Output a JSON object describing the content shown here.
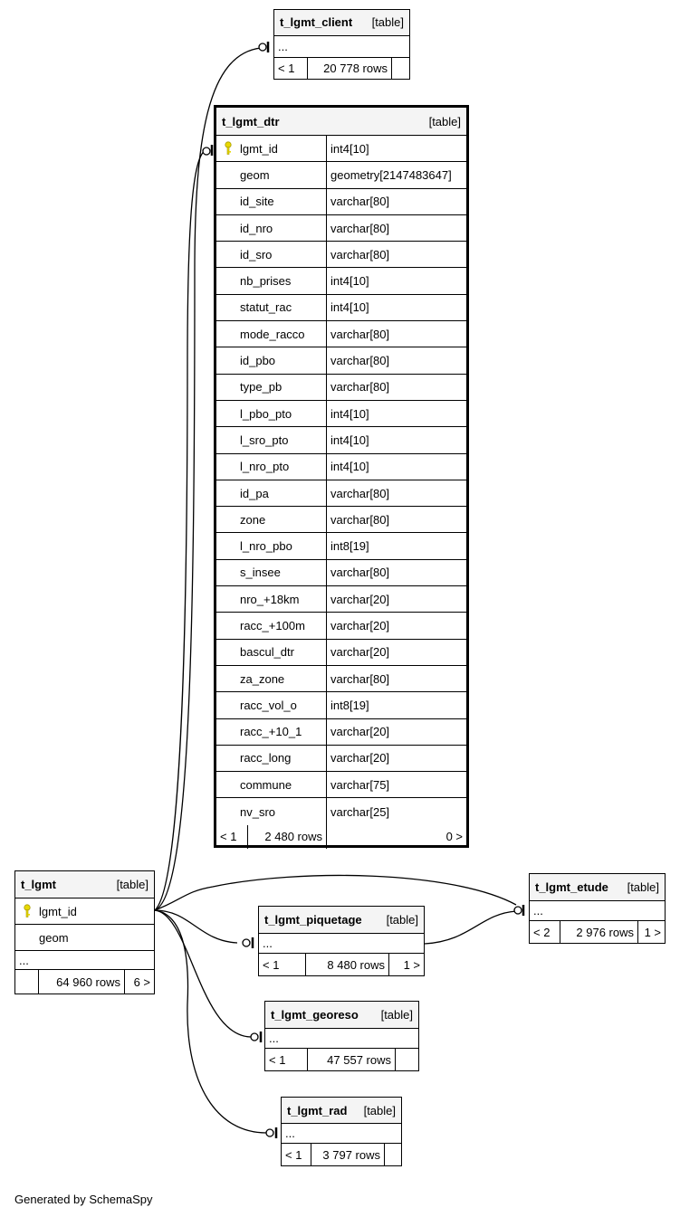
{
  "tables": {
    "client": {
      "name": "t_lgmt_client",
      "kind": "[table]",
      "ellipsis": "...",
      "left": "< 1",
      "rows": "20 778 rows",
      "right": ""
    },
    "dtr": {
      "name": "t_lgmt_dtr",
      "kind": "[table]",
      "columns": [
        {
          "name": "lgmt_id",
          "type": "int4[10]",
          "pk": true
        },
        {
          "name": "geom",
          "type": "geometry[2147483647]"
        },
        {
          "name": "id_site",
          "type": "varchar[80]"
        },
        {
          "name": "id_nro",
          "type": "varchar[80]"
        },
        {
          "name": "id_sro",
          "type": "varchar[80]"
        },
        {
          "name": "nb_prises",
          "type": "int4[10]"
        },
        {
          "name": "statut_rac",
          "type": "int4[10]"
        },
        {
          "name": "mode_racco",
          "type": "varchar[80]"
        },
        {
          "name": "id_pbo",
          "type": "varchar[80]"
        },
        {
          "name": "type_pb",
          "type": "varchar[80]"
        },
        {
          "name": "l_pbo_pto",
          "type": "int4[10]"
        },
        {
          "name": "l_sro_pto",
          "type": "int4[10]"
        },
        {
          "name": "l_nro_pto",
          "type": "int4[10]"
        },
        {
          "name": "id_pa",
          "type": "varchar[80]"
        },
        {
          "name": "zone",
          "type": "varchar[80]"
        },
        {
          "name": "l_nro_pbo",
          "type": "int8[19]"
        },
        {
          "name": "s_insee",
          "type": "varchar[80]"
        },
        {
          "name": "nro_+18km",
          "type": "varchar[20]"
        },
        {
          "name": "racc_+100m",
          "type": "varchar[20]"
        },
        {
          "name": "bascul_dtr",
          "type": "varchar[20]"
        },
        {
          "name": "za_zone",
          "type": "varchar[80]"
        },
        {
          "name": "racc_vol_o",
          "type": "int8[19]"
        },
        {
          "name": "racc_+10_1",
          "type": "varchar[20]"
        },
        {
          "name": "racc_long",
          "type": "varchar[20]"
        },
        {
          "name": "commune",
          "type": "varchar[75]"
        },
        {
          "name": "nv_sro",
          "type": "varchar[25]"
        }
      ],
      "left": "< 1",
      "rows": "2 480 rows",
      "right": "0 >"
    },
    "lgmt": {
      "name": "t_lgmt",
      "kind": "[table]",
      "col1": "lgmt_id",
      "col2": "geom",
      "ellipsis": "...",
      "left": "",
      "rows": "64 960 rows",
      "right": "6 >"
    },
    "etude": {
      "name": "t_lgmt_etude",
      "kind": "[table]",
      "ellipsis": "...",
      "left": "< 2",
      "rows": "2 976 rows",
      "right": "1 >"
    },
    "piquetage": {
      "name": "t_lgmt_piquetage",
      "kind": "[table]",
      "ellipsis": "...",
      "left": "< 1",
      "rows": "8 480 rows",
      "right": "1 >"
    },
    "georeso": {
      "name": "t_lgmt_georeso",
      "kind": "[table]",
      "ellipsis": "...",
      "left": "< 1",
      "rows": "47 557 rows",
      "right": ""
    },
    "rad": {
      "name": "t_lgmt_rad",
      "kind": "[table]",
      "ellipsis": "...",
      "left": "< 1",
      "rows": "3 797 rows",
      "right": ""
    }
  },
  "footer": "Generated by SchemaSpy",
  "colors": {
    "header_bg": "#f4f4f4",
    "key_icon": "#e8d800",
    "line": "#000000"
  }
}
